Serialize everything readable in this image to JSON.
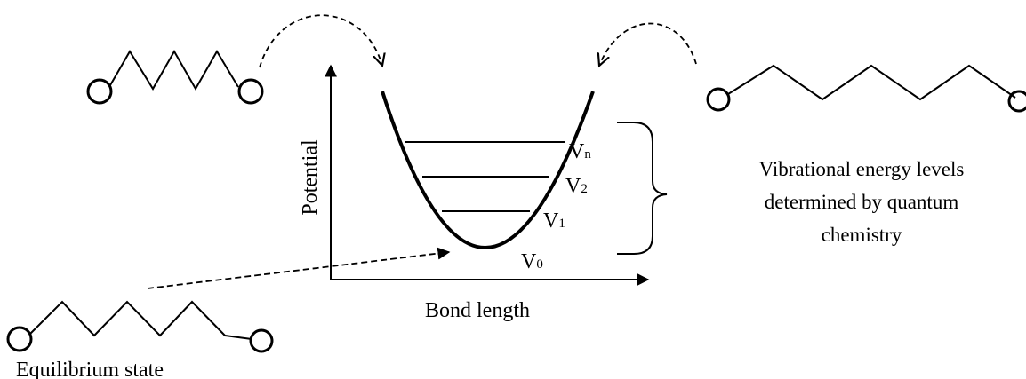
{
  "axes": {
    "y_label": "Potential",
    "x_label": "Bond length"
  },
  "levels": [
    {
      "symbol": "V",
      "subscript": "n"
    },
    {
      "symbol": "V",
      "subscript": "2"
    },
    {
      "symbol": "V",
      "subscript": "1"
    },
    {
      "symbol": "V",
      "subscript": "0"
    }
  ],
  "annotation": {
    "line1": "Vibrational energy levels",
    "line2": "determined by quantum",
    "line3": "chemistry"
  },
  "equilibrium_label": "Equilibrium state",
  "states": [
    "compressed",
    "stretched",
    "equilibrium"
  ]
}
